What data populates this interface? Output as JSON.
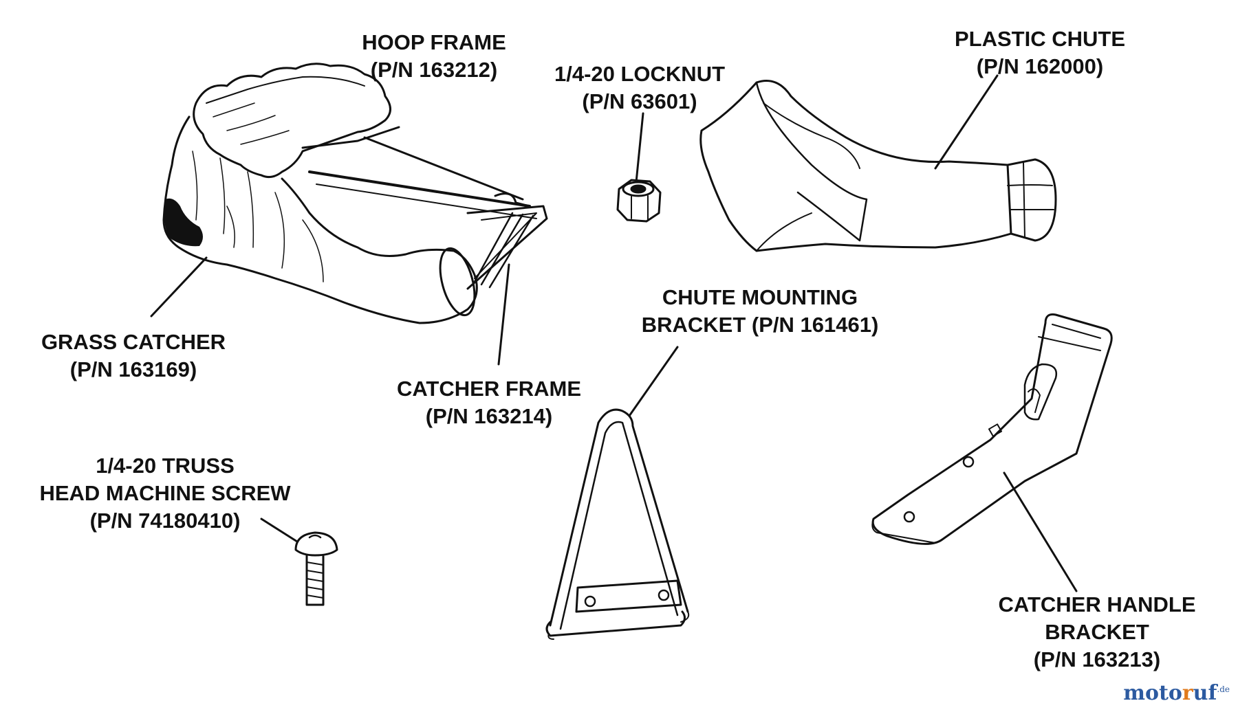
{
  "parts": {
    "hoop_frame": {
      "name": "HOOP FRAME",
      "pn": "(P/N 163212)"
    },
    "locknut": {
      "name": "1/4-20 LOCKNUT",
      "pn": "(P/N 63601)"
    },
    "plastic_chute": {
      "name": "PLASTIC CHUTE",
      "pn": "(P/N 162000)"
    },
    "grass_catcher": {
      "name": "GRASS CATCHER",
      "pn": "(P/N 163169)"
    },
    "catcher_frame": {
      "name": "CATCHER FRAME",
      "pn": "(P/N 163214)"
    },
    "chute_mounting_bracket": {
      "line1": "CHUTE MOUNTING",
      "line2": "BRACKET (P/N 161461)"
    },
    "truss_screw": {
      "line1": "1/4-20 TRUSS",
      "line2": "HEAD MACHINE SCREW",
      "pn": "(P/N 74180410)"
    },
    "catcher_handle_bracket": {
      "line1": "CATCHER HANDLE",
      "line2": "BRACKET",
      "pn": "(P/N 163213)"
    }
  },
  "watermark": {
    "part1": "moto",
    "part2": "r",
    "part3": "uf",
    "suffix": ".de"
  }
}
